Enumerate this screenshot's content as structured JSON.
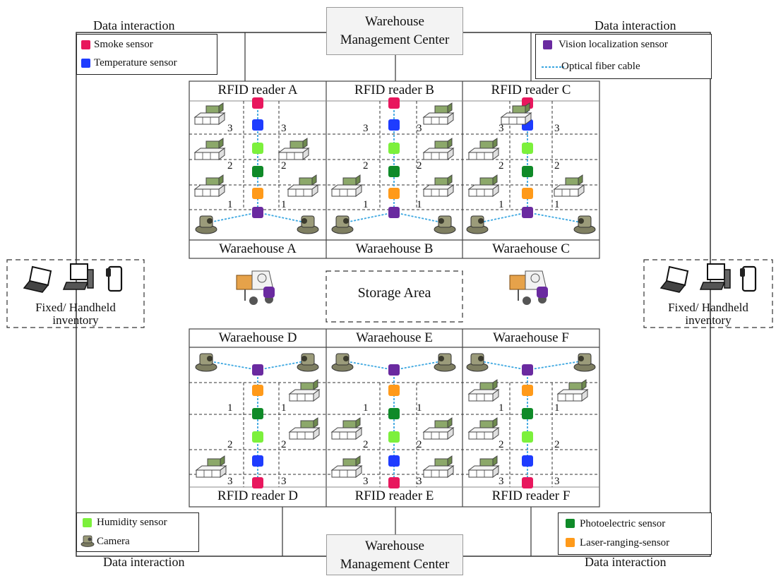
{
  "colors": {
    "smoke": "#e8175d",
    "temperature": "#1e3cff",
    "humidity": "#7cf03c",
    "photoelectric": "#0f8a28",
    "laser": "#ff9a1a",
    "vision": "#6a2aa0",
    "fiber": "#3aa6e0"
  },
  "management_center_top": [
    "Warehouse",
    "Management Center"
  ],
  "management_center_bottom": [
    "Warehouse",
    "Management Center"
  ],
  "data_interaction": "Data interaction",
  "legend_top_left": {
    "smoke": "Smoke sensor",
    "temperature": "Temperature sensor"
  },
  "legend_top_right": {
    "vision": "Vision localization sensor",
    "fiber": "Optical fiber cable"
  },
  "legend_bottom_left": {
    "humidity": "Humidity sensor",
    "camera": "Camera"
  },
  "legend_bottom_right": {
    "photoelectric": "Photoelectric sensor",
    "laser": "Laser-ranging-sensor"
  },
  "rfid_readers_top": [
    "RFID reader A",
    "RFID reader B",
    "RFID reader C"
  ],
  "rfid_readers_bottom": [
    "RFID reader D",
    "RFID reader E",
    "RFID reader F"
  ],
  "warehouses_top": [
    "Waraehouse A",
    "Waraehouse B",
    "Waraehouse C"
  ],
  "warehouses_bottom": [
    "Waraehouse D",
    "Waraehouse E",
    "Waraehouse F"
  ],
  "storage_area": "Storage Area",
  "inventory_left": [
    "Fixed/ Handheld",
    "inventory"
  ],
  "inventory_right": [
    "Fixed/ Handheld",
    "inventory"
  ],
  "shelf_levels_top": [
    "3",
    "2",
    "1"
  ],
  "shelf_levels_bottom": [
    "1",
    "2",
    "3"
  ],
  "icons": [
    "laptop-icon",
    "desktop-icon",
    "handheld-icon",
    "camera-icon",
    "forklift-icon",
    "shelf-goods-icon"
  ]
}
